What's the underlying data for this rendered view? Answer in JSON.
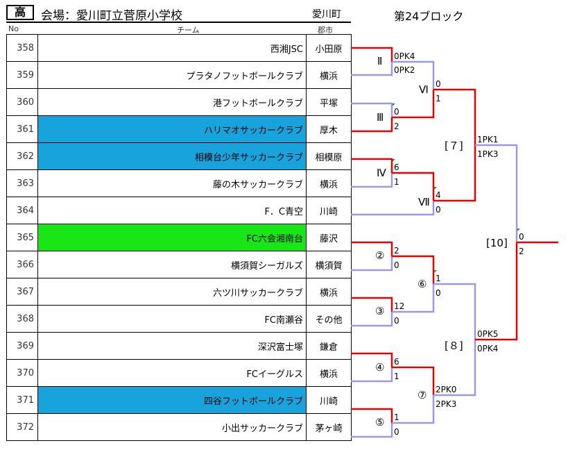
{
  "header": {
    "badge": "高",
    "venue": "会場：愛川町立菅原小学校",
    "town": "愛川町",
    "block": "第24ブロック"
  },
  "columns": {
    "no": "No",
    "team": "チーム",
    "city": "郡市"
  },
  "teams": [
    {
      "no": "358",
      "team": "西湘JSC",
      "city": "小田原"
    },
    {
      "no": "359",
      "team": "プラタノフットボールクラブ",
      "city": "横浜"
    },
    {
      "no": "360",
      "team": "港フットボールクラブ",
      "city": "平塚"
    },
    {
      "no": "361",
      "team": "ハリマオサッカークラブ",
      "city": "厚木"
    },
    {
      "no": "362",
      "team": "相模台少年サッカークラブ",
      "city": "相模原"
    },
    {
      "no": "363",
      "team": "藤の木サッカークラブ",
      "city": "横浜"
    },
    {
      "no": "364",
      "team": "F．C青空",
      "city": "川崎"
    },
    {
      "no": "365",
      "team": "FC六会湘南台",
      "city": "藤沢"
    },
    {
      "no": "366",
      "team": "横須賀シーガルズ",
      "city": "横須賀"
    },
    {
      "no": "367",
      "team": "六ツ川サッカークラブ",
      "city": "横浜"
    },
    {
      "no": "368",
      "team": "FC南瀬谷",
      "city": "その他"
    },
    {
      "no": "369",
      "team": "深沢富士塚",
      "city": "鎌倉"
    },
    {
      "no": "370",
      "team": "FCイーグルス",
      "city": "横浜"
    },
    {
      "no": "371",
      "team": "四谷フットボールクラブ",
      "city": "川崎"
    },
    {
      "no": "372",
      "team": "小出サッカークラブ",
      "city": "茅ヶ崎"
    }
  ],
  "bracket": {
    "labels": {
      "m2": "Ⅱ",
      "m3": "Ⅲ",
      "m4": "Ⅳ",
      "m6": "Ⅵ",
      "m7": "Ⅶ",
      "c2": "②",
      "c3": "③",
      "c4": "④",
      "c5": "⑤",
      "c6": "⑥",
      "c7": "⑦",
      "b7": "[７]",
      "b8": "[８]",
      "b10": "[10]"
    },
    "scores": {
      "m2a": "0PK4",
      "m2b": "0PK2",
      "m3a": "0",
      "m3b": "2",
      "m4a": "6",
      "m4b": "1",
      "m6a": "0",
      "m6b": "1",
      "m7a": "4",
      "m7b": "0",
      "b7a": "1PK1",
      "b7b": "1PK3",
      "c2a": "2",
      "c2b": "0",
      "c3a": "12",
      "c3b": "0",
      "c4a": "6",
      "c4b": "1",
      "c5a": "1",
      "c5b": "0",
      "c6a": "1",
      "c6b": "0",
      "c7a": "2PK0",
      "c7b": "2PK3",
      "b8a": "0PK5",
      "b8b": "0PK4",
      "fa": "0",
      "fb": "2"
    },
    "colors": {
      "win": "#e60000",
      "lose": "#9999e6",
      "marker": "#2e8b57"
    }
  }
}
